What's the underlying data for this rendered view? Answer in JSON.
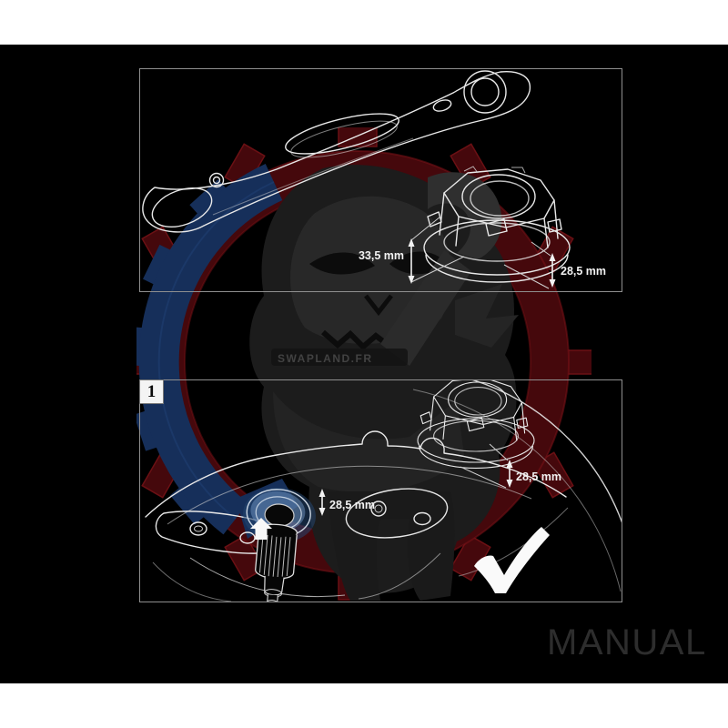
{
  "stage": {
    "background": "#000000",
    "page_background": "#ffffff"
  },
  "watermark": {
    "brand_text": "SWAPLAND.FR",
    "ring_red": "#45080c",
    "ring_blue": "#162f5a"
  },
  "panel_top": {
    "dim_width": "33,5 mm",
    "dim_height": "28,5 mm"
  },
  "panel_step1": {
    "step_number": "1",
    "dim_installed": "28,5 mm",
    "dim_bearing": "28,5 mm"
  },
  "footer": {
    "label": "MANUAL"
  }
}
